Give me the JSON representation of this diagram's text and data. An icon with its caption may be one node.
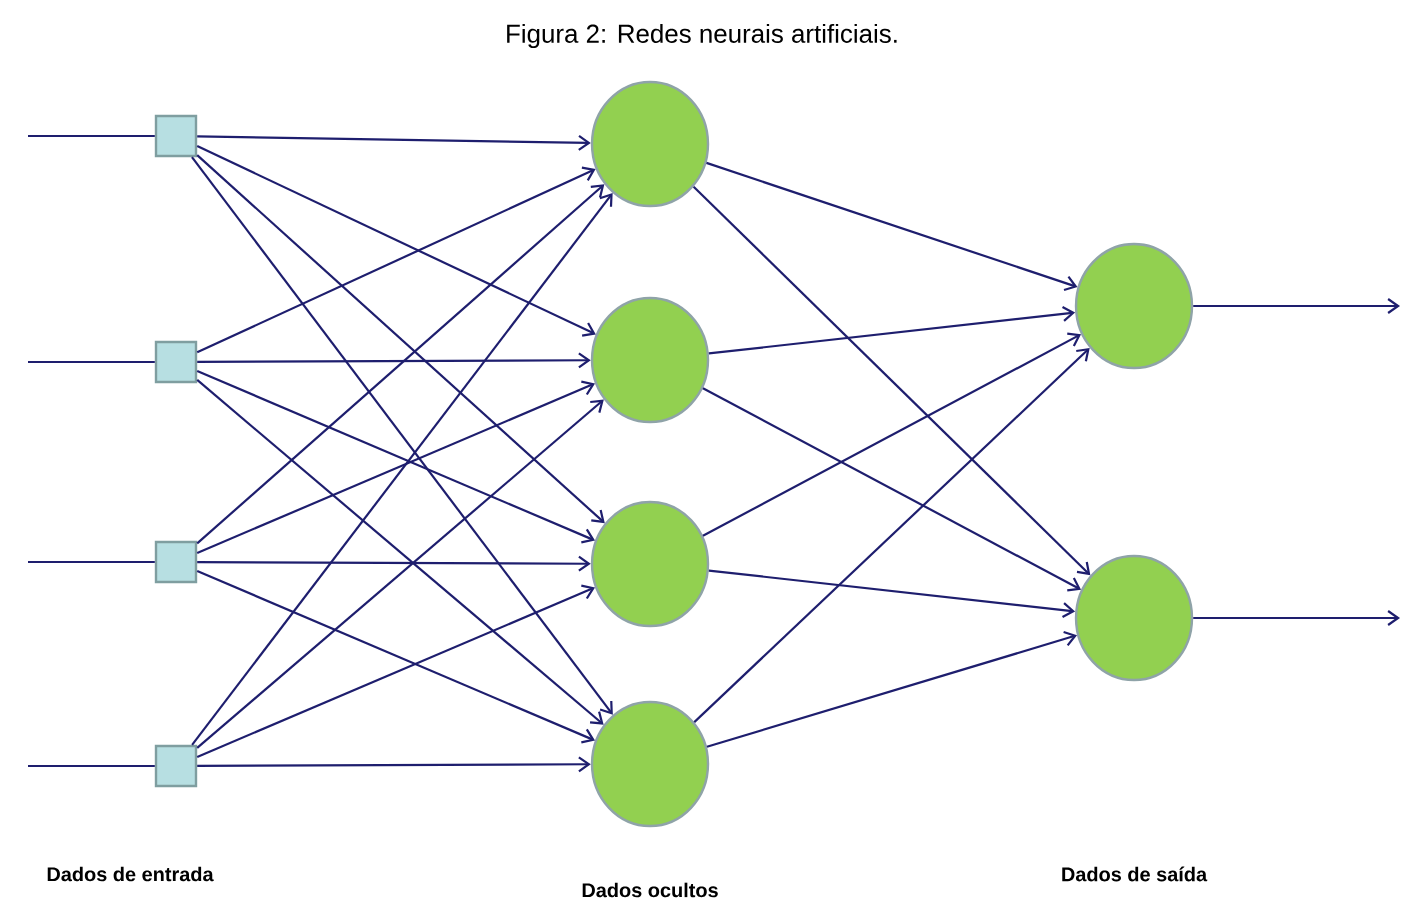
{
  "diagram": {
    "title": "Figura 2: Redes neurais artificiais.",
    "nodes": [
      {
        "text": [],
        "shape": "box"
      },
      {
        "text": [],
        "shape": "box"
      },
      {
        "text": [],
        "shape": "box"
      },
      {
        "text": [],
        "shape": "box"
      },
      {
        "text": [],
        "shape": "circle"
      },
      {
        "text": [],
        "shape": "circle"
      },
      {
        "text": [],
        "shape": "circle"
      },
      {
        "text": [],
        "shape": "circle"
      },
      {
        "text": [],
        "shape": "circle"
      },
      {
        "text": [],
        "shape": "circle"
      }
    ],
    "edges": [
      {
        "from": null,
        "to": 0,
        "arrow": "none"
      },
      {
        "from": null,
        "to": 1,
        "arrow": "none"
      },
      {
        "from": null,
        "to": 2,
        "arrow": "none"
      },
      {
        "from": null,
        "to": 3,
        "arrow": "none"
      },
      {
        "from": 0,
        "to": 4,
        "arrow": "to"
      },
      {
        "from": 0,
        "to": 5,
        "arrow": "to"
      },
      {
        "from": 0,
        "to": 6,
        "arrow": "to"
      },
      {
        "from": 0,
        "to": 7,
        "arrow": "to"
      },
      {
        "from": 1,
        "to": 4,
        "arrow": "to"
      },
      {
        "from": 1,
        "to": 5,
        "arrow": "to"
      },
      {
        "from": 1,
        "to": 6,
        "arrow": "to"
      },
      {
        "from": 1,
        "to": 7,
        "arrow": "to"
      },
      {
        "from": 2,
        "to": 4,
        "arrow": "to"
      },
      {
        "from": 2,
        "to": 5,
        "arrow": "to"
      },
      {
        "from": 2,
        "to": 6,
        "arrow": "to"
      },
      {
        "from": 2,
        "to": 7,
        "arrow": "to"
      },
      {
        "from": 3,
        "to": 4,
        "arrow": "to"
      },
      {
        "from": 3,
        "to": 5,
        "arrow": "to"
      },
      {
        "from": 3,
        "to": 6,
        "arrow": "to"
      },
      {
        "from": 3,
        "to": 7,
        "arrow": "to"
      },
      {
        "from": 4,
        "to": 8,
        "arrow": "to"
      },
      {
        "from": 4,
        "to": 9,
        "arrow": "to"
      },
      {
        "from": 5,
        "to": 8,
        "arrow": "to"
      },
      {
        "from": 5,
        "to": 9,
        "arrow": "to"
      },
      {
        "from": 6,
        "to": 8,
        "arrow": "to"
      },
      {
        "from": 6,
        "to": 9,
        "arrow": "to"
      },
      {
        "from": 7,
        "to": 8,
        "arrow": "to"
      },
      {
        "from": 7,
        "to": 9,
        "arrow": "to"
      },
      {
        "from": 8,
        "to": null,
        "arrow": "to"
      },
      {
        "from": 9,
        "to": null,
        "arrow": "to"
      }
    ],
    "labels": [
      "Dados de entrada",
      "Dados ocultos",
      "Dados de saída"
    ]
  }
}
